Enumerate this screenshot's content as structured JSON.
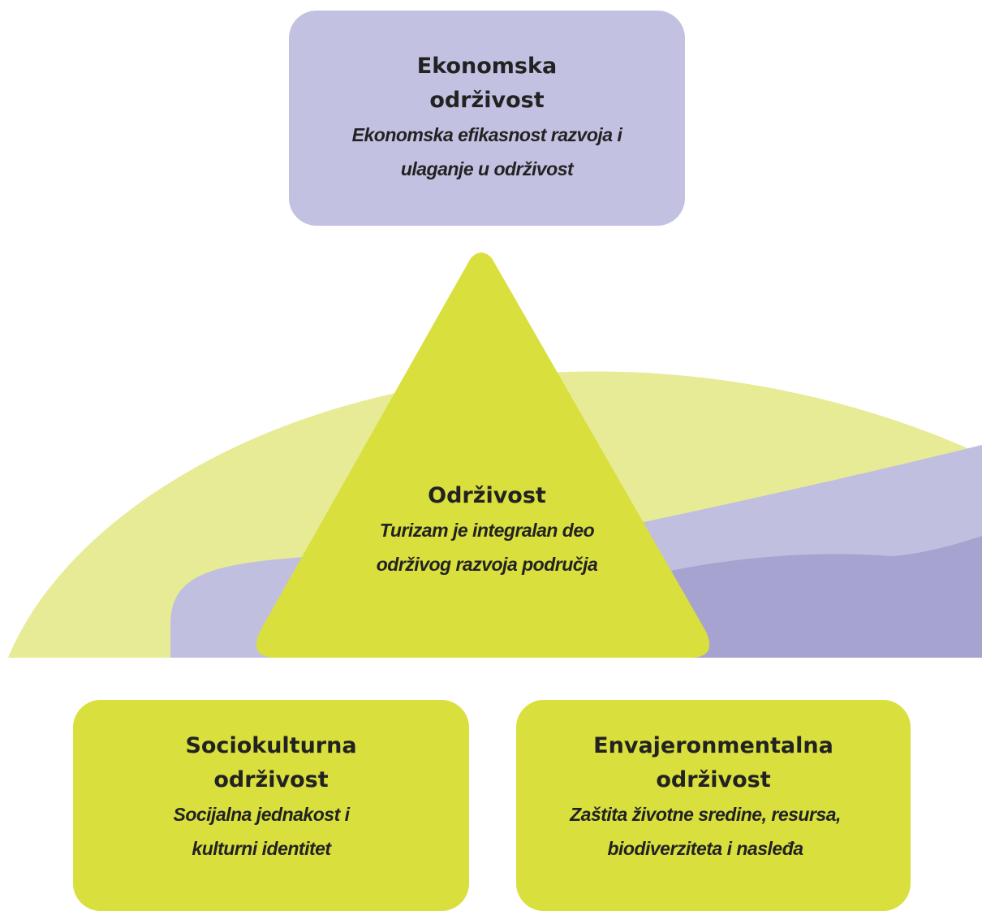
{
  "colors": {
    "lime": "#d9df3c",
    "light_lime": "#e7eb95",
    "lavender": "#c2c1e1",
    "purple_light": "#c0bfdf",
    "purple_dark": "#a6a3d0"
  },
  "top_box": {
    "title_line1": "Ekonomska",
    "title_line2": "održivost",
    "desc_line1": "Ekonomska efikasnost razvoja i",
    "desc_line2": "ulaganje u održivost"
  },
  "center": {
    "title": "Održivost",
    "desc_line1": "Turizam je integralan deo",
    "desc_line2": "održivog razvoja područja"
  },
  "left_box": {
    "title_line1": "Sociokulturna",
    "title_line2": "održivost",
    "desc_line1": "Socijalna jednakost i",
    "desc_line2": "kulturni identitet"
  },
  "right_box": {
    "title_line1": "Envajeronmentalna",
    "title_line2": "održivost",
    "desc_line1": "Zaštita životne sredine, resursa,",
    "desc_line2": "biodiverziteta i nasleđa"
  }
}
